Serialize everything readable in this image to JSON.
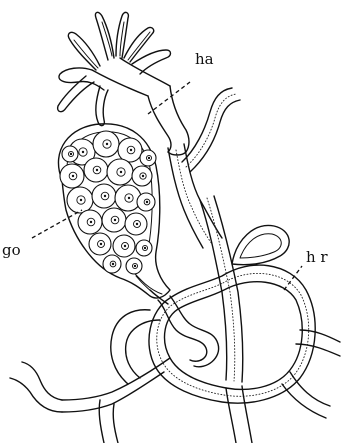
{
  "labels": {
    "hydranth": "ha",
    "gonophore": "go",
    "hydrorhiza": "h r"
  }
}
